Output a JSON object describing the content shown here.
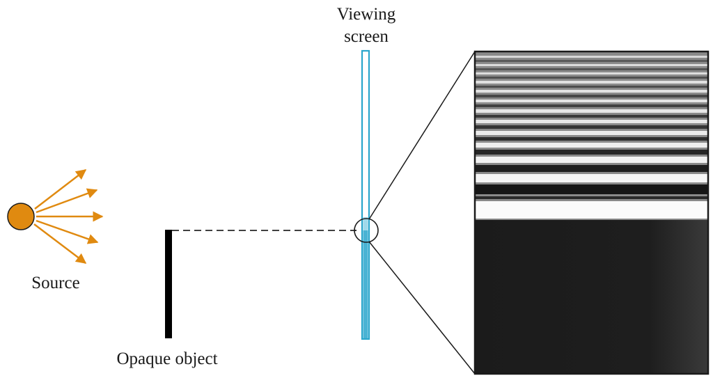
{
  "labels": {
    "viewing_screen_line1": "Viewing",
    "viewing_screen_line2": "screen",
    "source": "Source",
    "opaque_object": "Opaque object"
  },
  "colors": {
    "source_fill": "#e08a10",
    "arrow": "#e08a10",
    "screen": "#2aa6cc",
    "object": "#000000",
    "line": "#000000"
  },
  "icons": {
    "source": "light-source-circle",
    "rays": "arrow-rays",
    "magnifier": "zoom-circle"
  },
  "inset": {
    "description_visible": false
  }
}
